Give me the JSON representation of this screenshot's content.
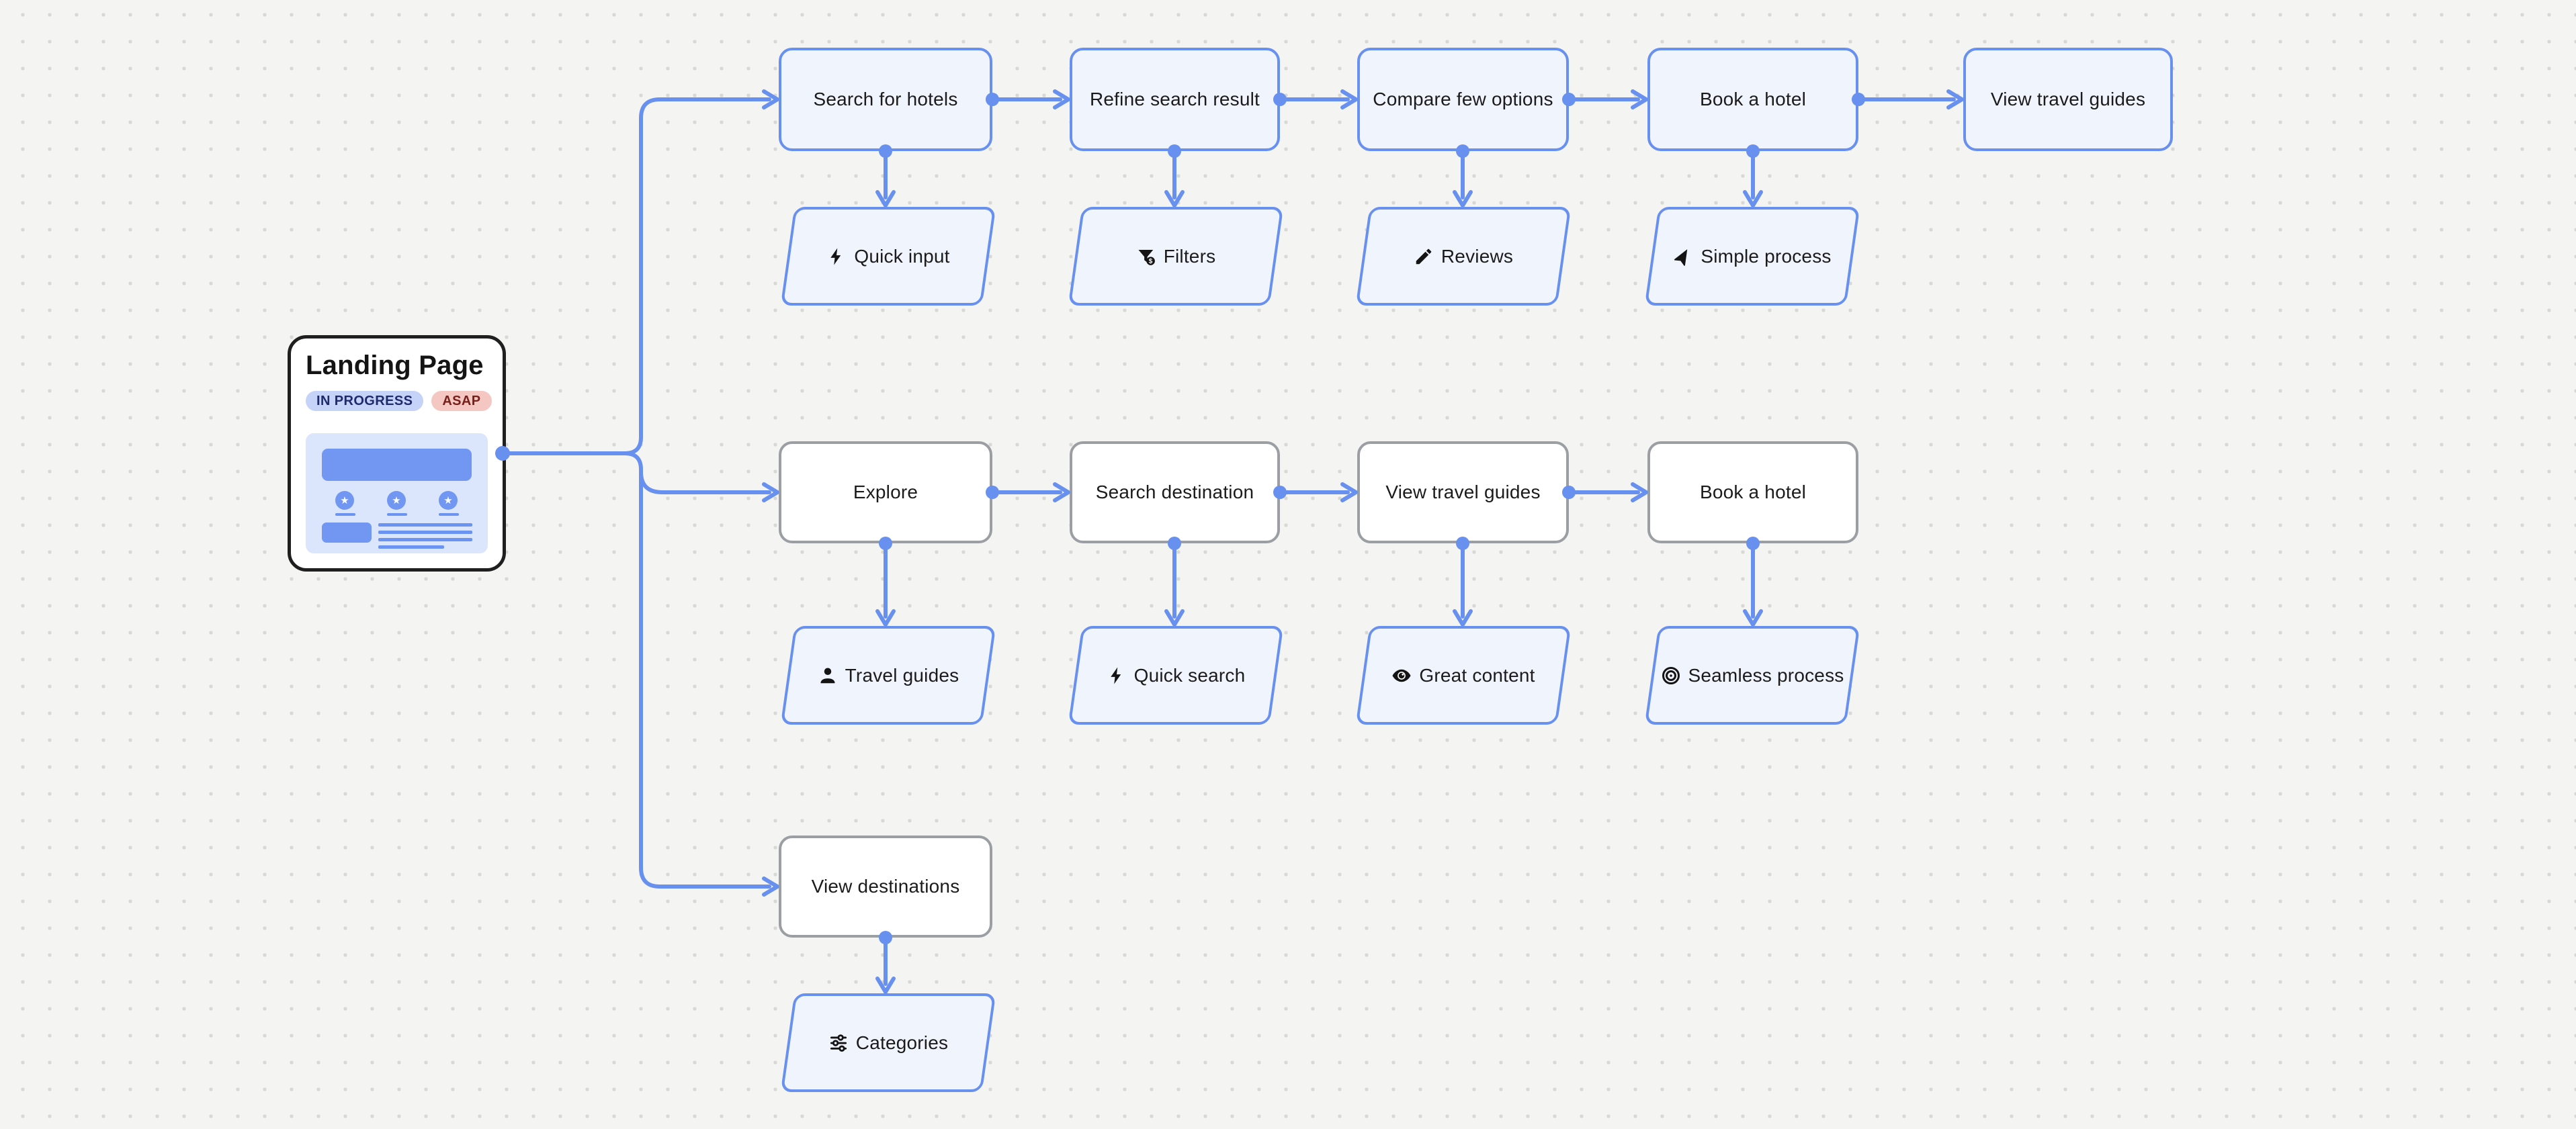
{
  "landing_card": {
    "title": "Landing Page",
    "badges": [
      {
        "label": "IN PROGRESS"
      },
      {
        "label": "ASAP"
      }
    ],
    "thumbnail": "landing-page-wireframe"
  },
  "flows": [
    {
      "style": "blue",
      "steps": [
        {
          "label": "Search for hotels",
          "note": {
            "icon": "bolt-icon",
            "label": "Quick input"
          }
        },
        {
          "label": "Refine search result",
          "note": {
            "icon": "filter-icon",
            "label": "Filters"
          }
        },
        {
          "label": "Compare few options",
          "note": {
            "icon": "pencil-icon",
            "label": "Reviews"
          }
        },
        {
          "label": "Book a hotel",
          "note": {
            "icon": "navigation-icon",
            "label": "Simple process"
          }
        },
        {
          "label": "View travel guides",
          "note": null
        }
      ]
    },
    {
      "style": "white",
      "steps": [
        {
          "label": "Explore",
          "note": {
            "icon": "person-icon",
            "label": "Travel guides"
          }
        },
        {
          "label": "Search destination",
          "note": {
            "icon": "bolt-icon",
            "label": "Quick search"
          }
        },
        {
          "label": "View travel guides",
          "note": {
            "icon": "eye-icon",
            "label": "Great content"
          }
        },
        {
          "label": "Book a hotel",
          "note": {
            "icon": "target-icon",
            "label": "Seamless process"
          }
        }
      ]
    },
    {
      "style": "white",
      "steps": [
        {
          "label": "View destinations",
          "note": {
            "icon": "sliders-icon",
            "label": "Categories"
          }
        }
      ]
    }
  ],
  "colors": {
    "accent": "#6890EF",
    "node_fill_blue": "#F0F4FD",
    "node_border_gray": "#9B9FA3",
    "canvas_bg": "#F4F4F3",
    "grid_dot": "#D7D7D5",
    "card_border": "#1F1F1F",
    "badge_in_progress_bg": "#C5D3F9",
    "badge_in_progress_text": "#1D2B6E",
    "badge_asap_bg": "#F5C7C2",
    "badge_asap_text": "#77201B",
    "wireframe_bg": "#DBE6FD",
    "wireframe_primary": "#7197F3",
    "text": "#1B1B1B"
  }
}
